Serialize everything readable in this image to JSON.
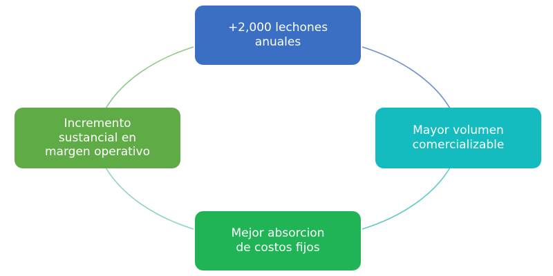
{
  "diagram": {
    "type": "cycle",
    "nodes": [
      {
        "id": "top",
        "label": "+2,000 lechones\nanuales",
        "color": "#3a6fc4"
      },
      {
        "id": "right",
        "label": "Mayor volumen\ncomercializable",
        "color": "#14bcc0"
      },
      {
        "id": "bottom",
        "label": "Mejor absorcion\nde costos fijos",
        "color": "#20b456"
      },
      {
        "id": "left",
        "label": "Incremento\nsustancial en\nmargen operativo",
        "color": "#5fac47"
      }
    ],
    "connector_colors": {
      "top_right": "#6d8fcb",
      "right_bottom": "#62c9c7",
      "bottom_left": "#8fd2c8",
      "left_top": "#8cc98a"
    }
  }
}
